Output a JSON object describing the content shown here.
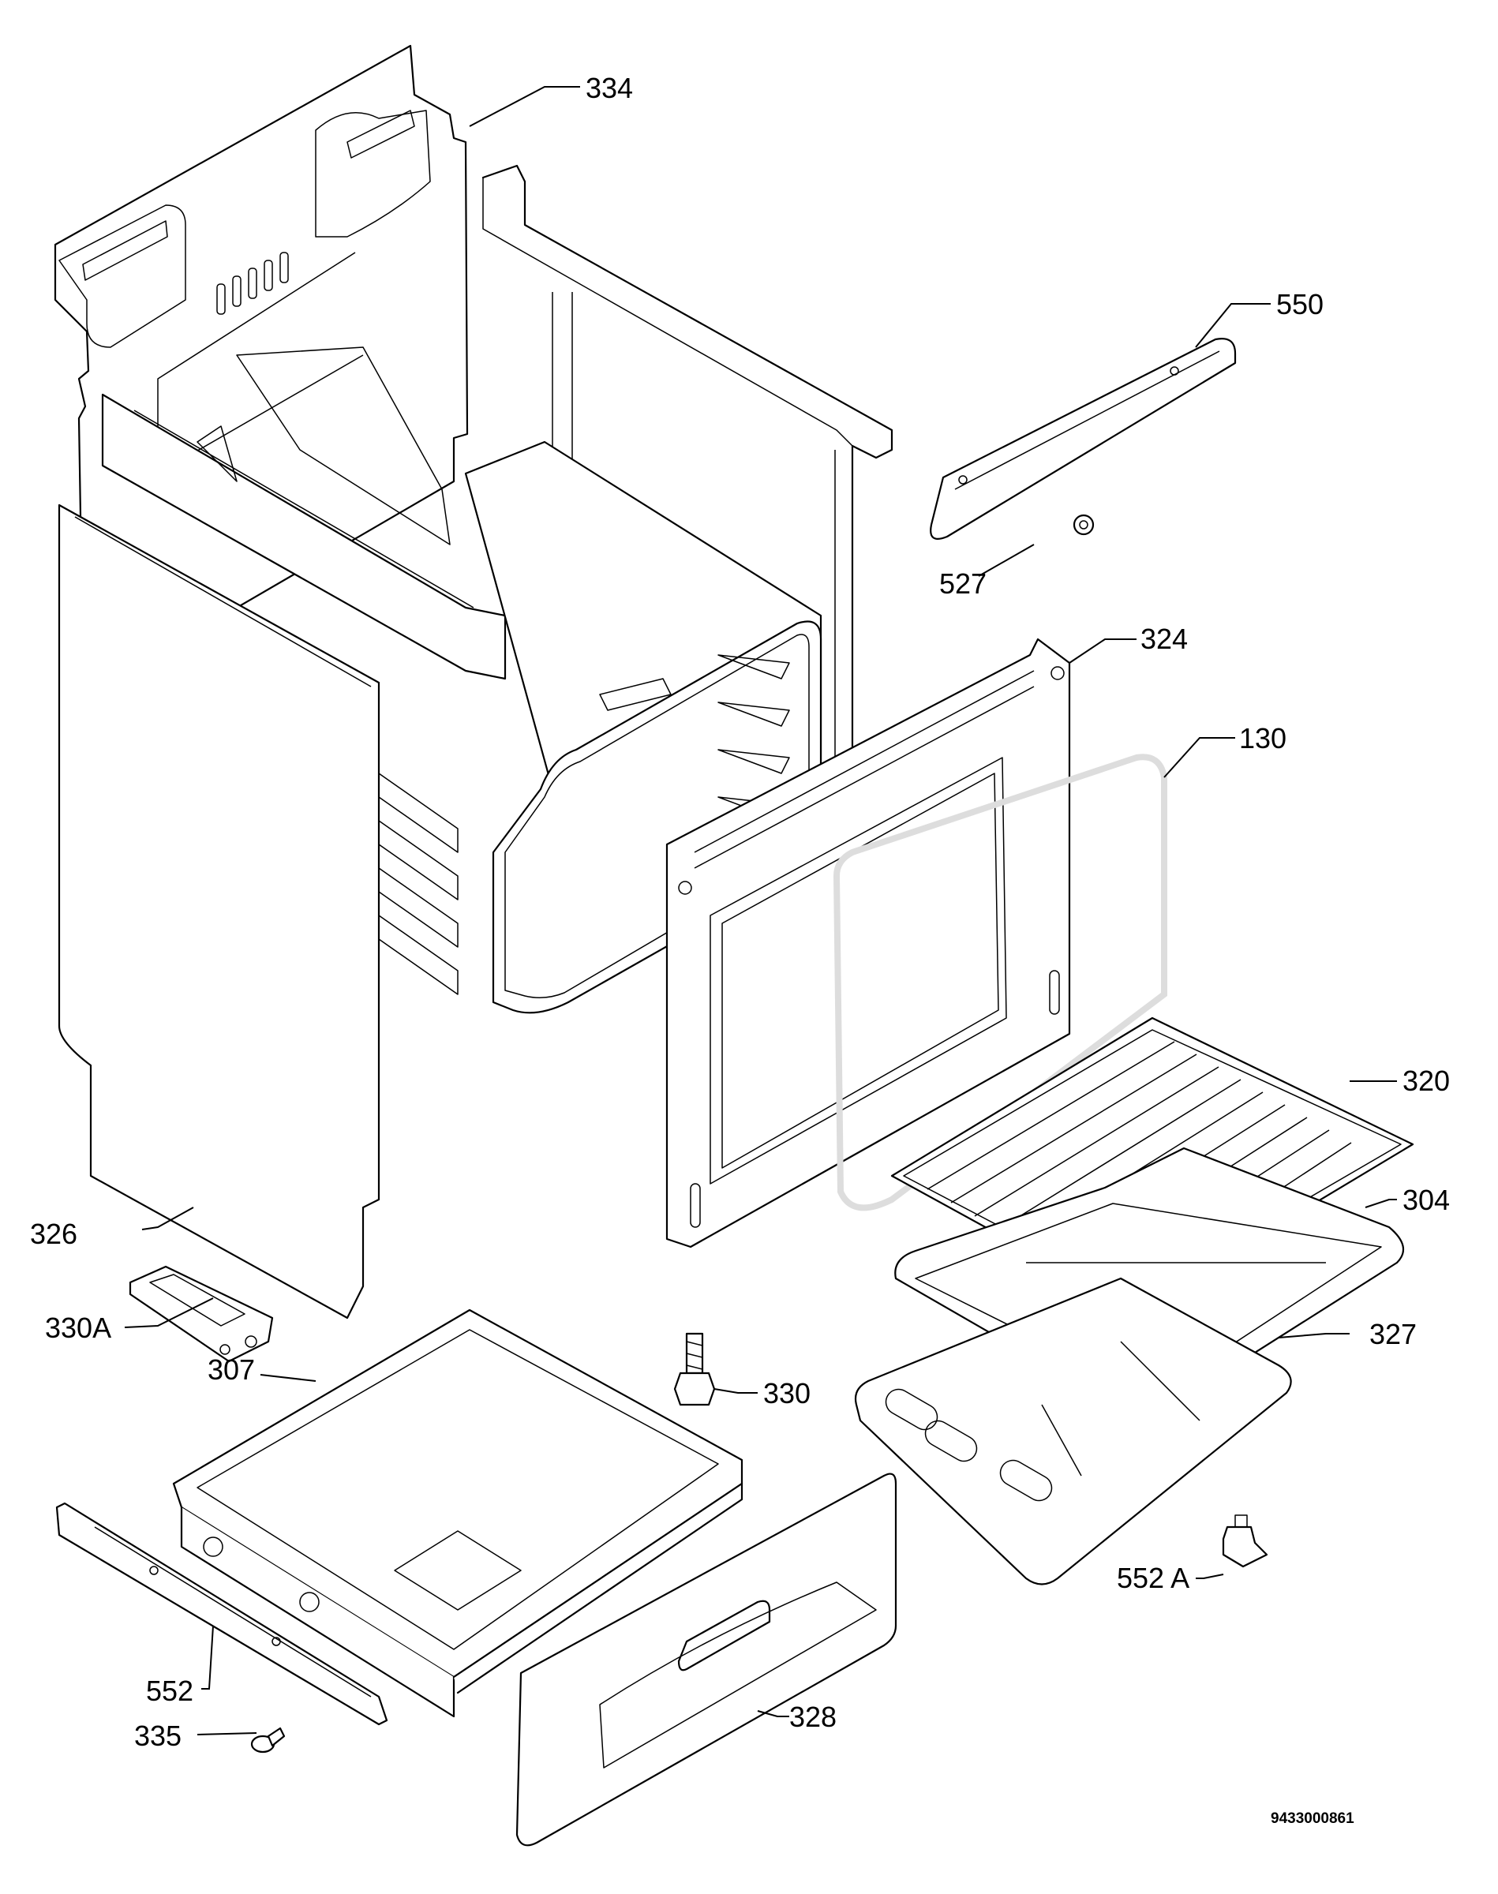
{
  "parts": [
    {
      "key": "back_panel",
      "number": "334"
    },
    {
      "key": "side_panel",
      "number": "326"
    },
    {
      "key": "bracket",
      "number": "330A"
    },
    {
      "key": "drawer_box",
      "number": "307"
    },
    {
      "key": "bolt",
      "number": "330"
    },
    {
      "key": "rail",
      "number": "552"
    },
    {
      "key": "screw",
      "number": "335"
    },
    {
      "key": "drawer_front",
      "number": "328"
    },
    {
      "key": "rod",
      "number": "550"
    },
    {
      "key": "nut",
      "number": "527"
    },
    {
      "key": "front_frame",
      "number": "324"
    },
    {
      "key": "seal",
      "number": "130"
    },
    {
      "key": "grid_shelf",
      "number": "320"
    },
    {
      "key": "baking_tray",
      "number": "304"
    },
    {
      "key": "bottom_plate",
      "number": "327"
    },
    {
      "key": "clip",
      "number": "552 A"
    }
  ],
  "document_number": "9433000861"
}
